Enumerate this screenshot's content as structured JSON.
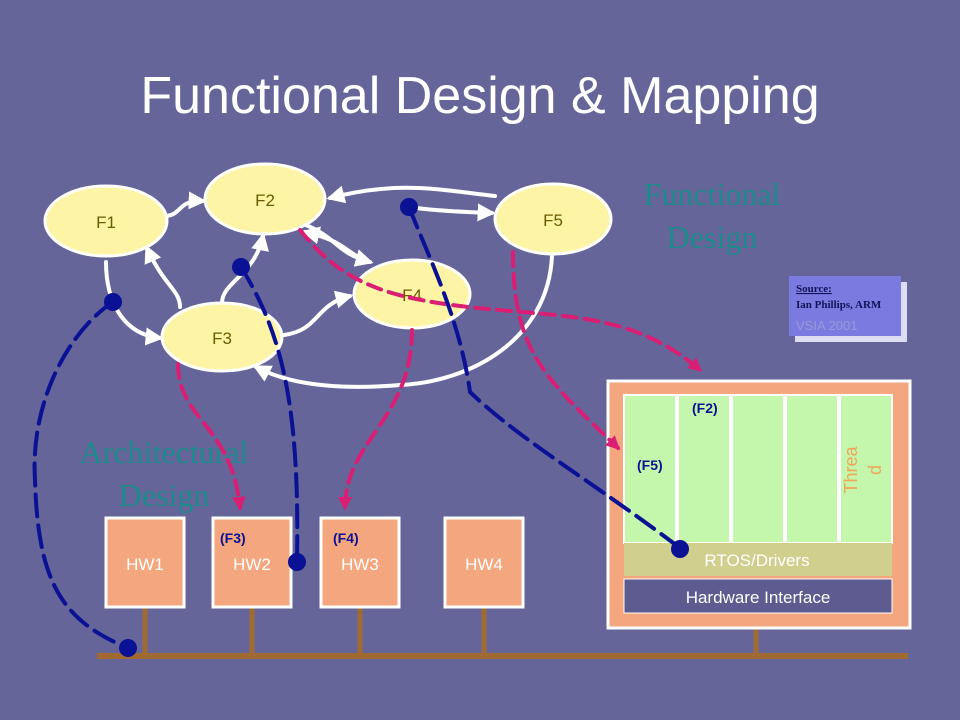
{
  "title": "Functional Design & Mapping",
  "functional_label": [
    "Functional",
    "Design"
  ],
  "architectural_label": [
    "Architectural",
    "Design"
  ],
  "source_box": {
    "line1": "Source:",
    "line2": "Ian Phillips, ARM",
    "line3": "VSIA 2001"
  },
  "functions": {
    "f1": "F1",
    "f2": "F2",
    "f3": "F3",
    "f4": "F4",
    "f5": "F5"
  },
  "hardware": {
    "hw1": "HW1",
    "hw2": "HW2",
    "hw3": "HW3",
    "hw4": "HW4",
    "hw2_mapped": "(F3)",
    "hw3_mapped": "(F4)"
  },
  "processor": {
    "thread_label": [
      "Threa",
      "d"
    ],
    "thread1_mapped": "(F5)",
    "thread2_mapped": "(F2)",
    "rtos": "RTOS/Drivers",
    "hw_interface": "Hardware Interface"
  },
  "colors": {
    "background": "#65659a",
    "node_fill": "#fdf4a6",
    "hw_fill": "#f4a77e",
    "thread_fill": "#c4f7ac",
    "teal_text": "#1c8a8a",
    "magenta_arrow": "#d91e74",
    "blue_line": "#0a1194",
    "bus": "#a06a32"
  }
}
